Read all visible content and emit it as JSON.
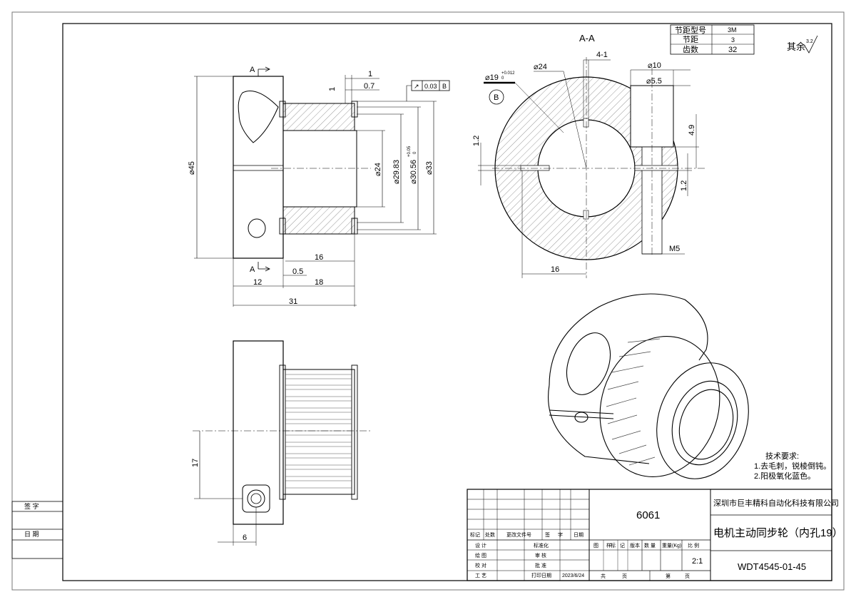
{
  "drawing": {
    "section_label": "A-A",
    "cut_marker": "A",
    "surface_note": {
      "label": "其余",
      "value": "3.2"
    }
  },
  "pitch_table": [
    {
      "label": "节距型号",
      "value": "3M"
    },
    {
      "label": "节距",
      "value": "3"
    },
    {
      "label": "齿数",
      "value": "32"
    }
  ],
  "front_dims": {
    "outer_dia": "⌀45",
    "hub_dia": "⌀24",
    "pitch_dia": "⌀29.83",
    "bore_dia": "⌀30.56",
    "bore_tol": "+0.05",
    "bore_tol_low": "0",
    "flange_dia": "⌀33",
    "w1": "1",
    "w07": "0.7",
    "w1b": "1",
    "w16": "16",
    "w05": "0.5",
    "w12": "12",
    "w18": "18",
    "w31": "31"
  },
  "gdt": {
    "symbol": "↗",
    "value": "0.03",
    "datum": "B"
  },
  "section_dims": {
    "bore": "⌀19",
    "bore_tol": "+0.012",
    "bore_tol_low": "0",
    "datum": "B",
    "d24": "⌀24",
    "slot": "4-1",
    "d10": "⌀10",
    "d55": "⌀5.5",
    "h49": "4.9",
    "v12a": "1.2",
    "v12b": "1.2",
    "m5": "M5",
    "w16": "16"
  },
  "side_dims": {
    "h17": "17",
    "w6": "6"
  },
  "tech_req": {
    "title": "技术要求:",
    "lines": [
      "1.去毛刺，锐棱倒钝。",
      "2.阳极氧化蓝色。"
    ]
  },
  "left_strip": {
    "sign": "签    字",
    "date": "日    期"
  },
  "title_block": {
    "material": "6061",
    "company": "深圳市巨丰精科自动化科技有限公司",
    "part_name": "电机主动同步轮（内孔19）",
    "drawing_no": "WDT4545-01-45",
    "scale": "2:1",
    "col_headers": [
      "标记",
      "处数",
      "更改文件号",
      "签",
      "字",
      "日期"
    ],
    "row_labels": [
      "设 计",
      "绘 图",
      "校 对",
      "工 艺"
    ],
    "mid_labels": [
      "标准化",
      "审 核",
      "批 准",
      "打印日期"
    ],
    "print_date": "2023/6/24",
    "stage_headers": [
      "图",
      "样",
      "标",
      "记",
      "版本",
      "数 量",
      "重量(Kg)",
      "比 例"
    ],
    "sheet_labels": [
      "共",
      "页",
      "第",
      "页"
    ]
  }
}
